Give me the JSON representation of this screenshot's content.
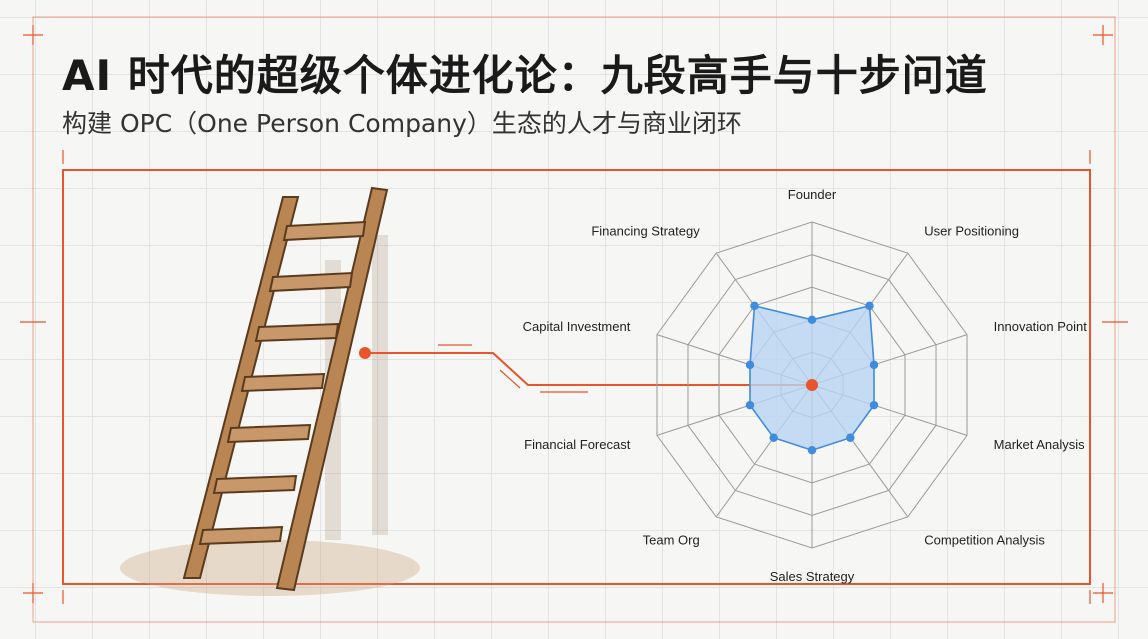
{
  "header": {
    "title": "AI 时代的超级个体进化论：九段高手与十步问道",
    "subtitle": "构建 OPC（One Person Company）生态的人才与商业闭环"
  },
  "colors": {
    "accent": "#e8552d",
    "radar_fill": "#b9d3f3",
    "radar_stroke": "#3f8be0",
    "ladder": "#b98553"
  },
  "illustration": {
    "icon": "wooden-ladder-icon",
    "rungs": 7
  },
  "chart_data": {
    "type": "radar",
    "levels": 5,
    "axes": [
      "Founder",
      "User Positioning",
      "Innovation Point",
      "Market Analysis",
      "Competition Analysis",
      "Sales Strategy",
      "Team Org",
      "Financial Forecast",
      "Capital Investment",
      "Financing Strategy"
    ],
    "max": 5,
    "series": [
      {
        "values": [
          2,
          3,
          2,
          2,
          2,
          2,
          2,
          2,
          2,
          3
        ]
      }
    ]
  }
}
